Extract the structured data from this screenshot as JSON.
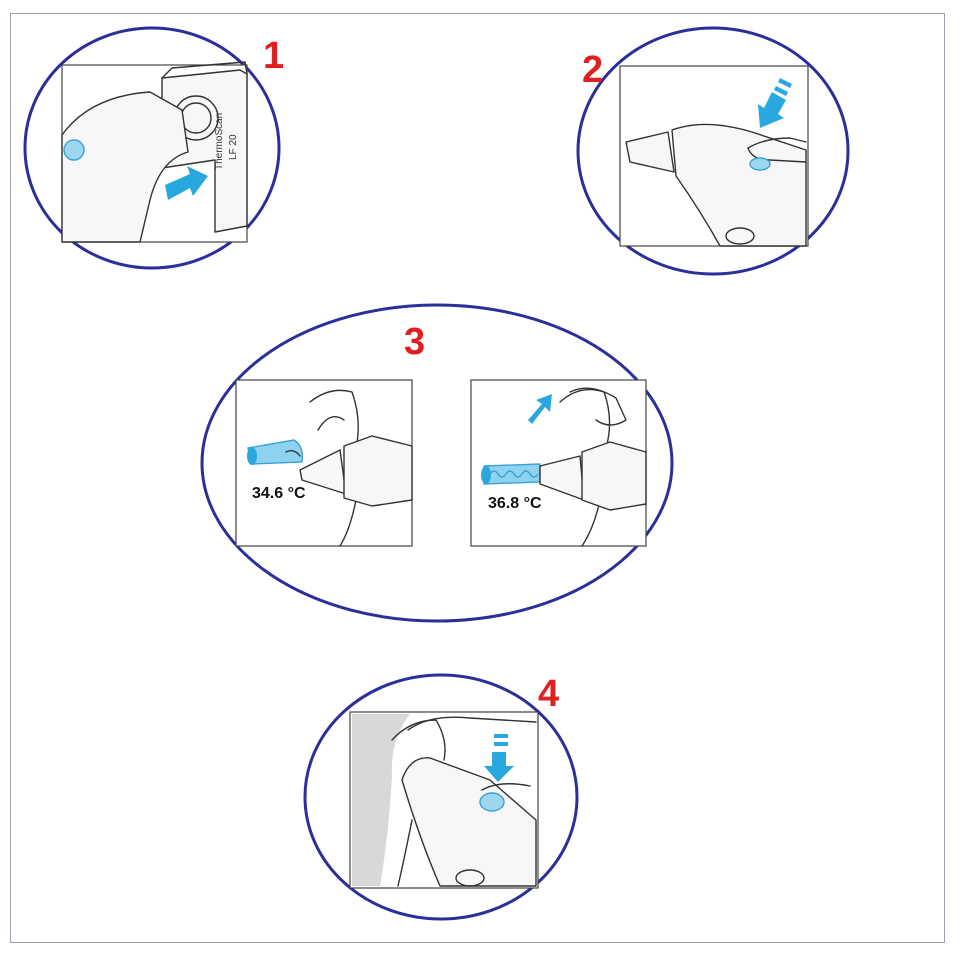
{
  "steps": [
    {
      "number": "1",
      "brand_text": "ThermoScan",
      "model_text": "LF 20"
    },
    {
      "number": "2"
    },
    {
      "number": "3",
      "left_temperature": "34.6 °C",
      "right_temperature": "36.8 °C"
    },
    {
      "number": "4"
    }
  ],
  "colors": {
    "ring": "#2b2f9a",
    "step_number": "#e02020",
    "accent_blue": "#29a8e0"
  }
}
